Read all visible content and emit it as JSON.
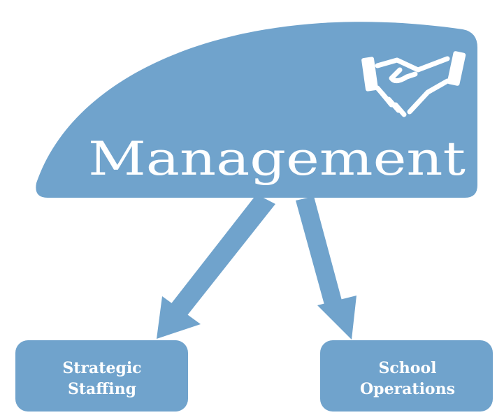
{
  "diagram": {
    "title": "Management",
    "icon": "handshake-icon",
    "colors": {
      "fill": "#70a3cc",
      "text": "#ffffff",
      "background": "#ffffff"
    },
    "boxes": [
      {
        "id": "strategic-staffing",
        "lines": [
          "Strategic",
          "Staffing"
        ]
      },
      {
        "id": "school-operations",
        "lines": [
          "School",
          "Operations"
        ]
      }
    ]
  }
}
